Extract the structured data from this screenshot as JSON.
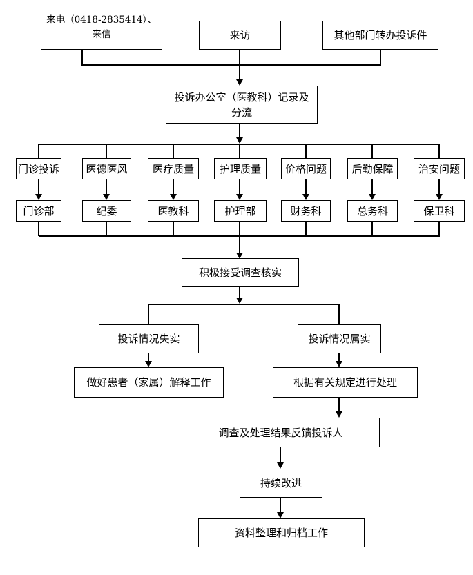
{
  "nodes": {
    "phone": "来电（0418-2835414）、\n来信",
    "visit": "来访",
    "transfer": "其他部门转办投诉件",
    "office": "投诉办公室（医教科）记录及\n分流",
    "verify": "积极接受调查核实",
    "case_false": "投诉情况失实",
    "case_true": "投诉情况属实",
    "explain": "做好患者（家属）解释工作",
    "handle": "根据有关规定进行处理",
    "feedback": "调查及处理结果反馈投诉人",
    "improve": "持续改进",
    "archive": "资料整理和归档工作"
  },
  "columns": [
    {
      "category": "门诊投诉",
      "department": "门诊部"
    },
    {
      "category": "医德医风",
      "department": "纪委"
    },
    {
      "category": "医疗质量",
      "department": "医教科"
    },
    {
      "category": "护理质量",
      "department": "护理部"
    },
    {
      "category": "价格问题",
      "department": "财务科"
    },
    {
      "category": "后勤保障",
      "department": "总务科"
    },
    {
      "category": "治安问题",
      "department": "保卫科"
    }
  ],
  "colors": {
    "line": "#000000",
    "background": "#ffffff"
  }
}
